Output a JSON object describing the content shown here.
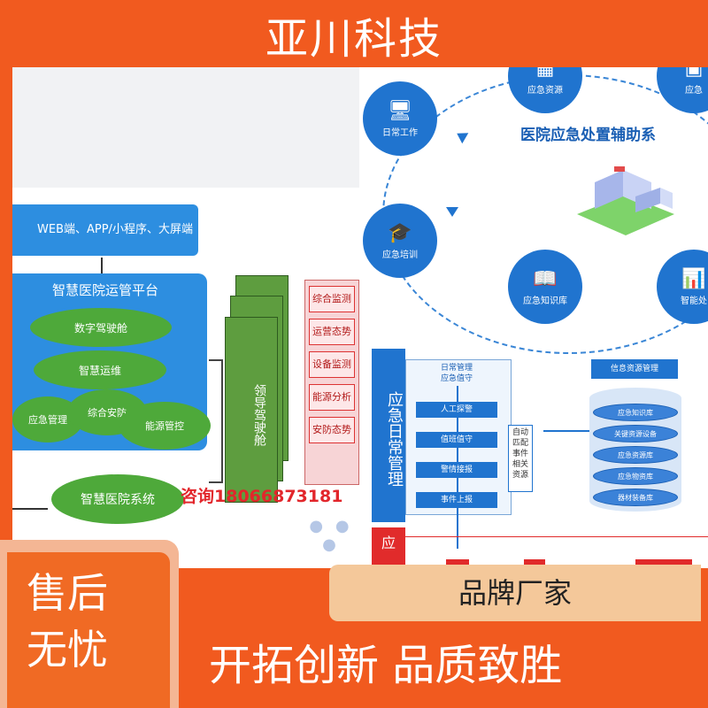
{
  "header": {
    "title": "亚川科技"
  },
  "left_diagram": {
    "web_bar": "WEB端、APP/小程序、大屏端",
    "platform_title": "智慧医院运管平台",
    "modules": [
      "数字驾驶舱",
      "智慧运维",
      "应急管理",
      "综合安防",
      "能源管控"
    ],
    "hospital_system": "智慧医院系统",
    "cockpit_label": "领导驾驶舱",
    "side_items": [
      "综合监测",
      "运营态势",
      "设备监测",
      "能源分析",
      "安防态势"
    ],
    "dots": "● ● ●"
  },
  "consult": "咨询18066873181",
  "right_diagram": {
    "title": "医院应急处置辅助系",
    "nodes": {
      "daily": "日常工作",
      "training": "应急培训",
      "resources": "应急资源",
      "knowledge": "应急知识库",
      "r1": "应急",
      "r2": "智能处"
    },
    "ops_col": "应急日常管理",
    "ops_col2": "应",
    "flow_title_1": "日常管理",
    "flow_title_2": "应急值守",
    "flow_steps": [
      "人工探警",
      "值班值守",
      "警情接报",
      "事件上报"
    ],
    "auto_box": "自动匹配事件相关资源",
    "info_head": "信息资源管理",
    "db_items": [
      "应急知识库",
      "关键资源设备",
      "应急资源库",
      "应急物资库",
      "器材装备库"
    ]
  },
  "bottom": {
    "badge": "品牌厂家",
    "motto": "开拓创新  品质致胜",
    "service_line1": "售后",
    "service_line2": "无忧"
  },
  "colors": {
    "brand_orange": "#f15a1f",
    "flow_blue": "#2074cf",
    "module_green": "#4ea93a",
    "alert_red": "#e2262b",
    "badge_peach": "#f4c89a"
  }
}
